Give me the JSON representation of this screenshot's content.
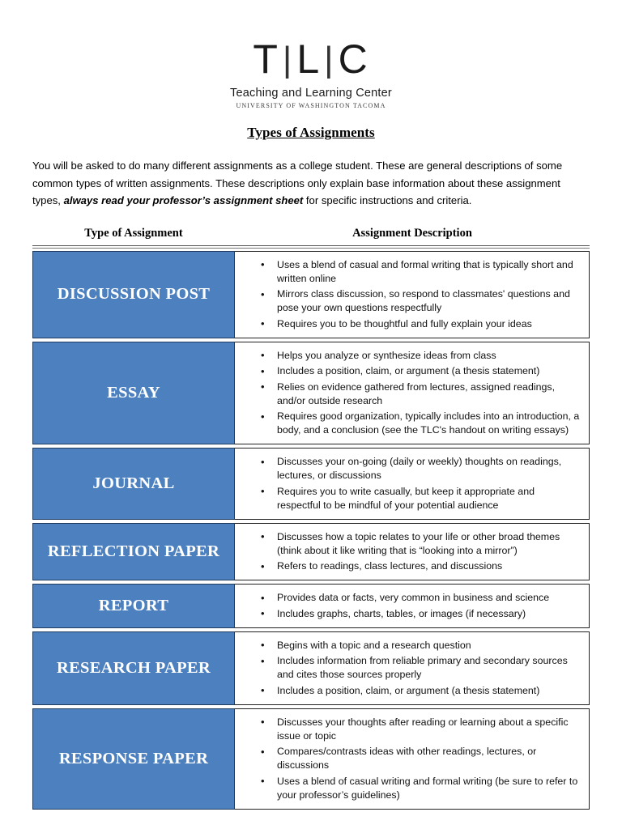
{
  "logo": {
    "mark_left": "T",
    "mark_mid": "L",
    "mark_right": "C",
    "divider": "|",
    "name": "Teaching and Learning Center",
    "institution": "UNIVERSITY OF WASHINGTON TACOMA"
  },
  "document": {
    "title": "Types of Assignments",
    "intro_part1": "You will be asked to do many different assignments as a college student. These are general descriptions of some common types of written assignments. These descriptions only explain base information about these assignment types, ",
    "intro_emphasis": "always read your professor’s assignment sheet",
    "intro_part2": " for specific instructions and criteria."
  },
  "table": {
    "headers": {
      "type": "Type of Assignment",
      "description": "Assignment Description"
    },
    "accent_color": "#4d80bf",
    "rows": [
      {
        "type": "DISCUSSION POST",
        "bullets": [
          "Uses a blend of casual and formal writing that is typically short and written online",
          "Mirrors class discussion, so respond to classmates' questions and pose your own questions respectfully",
          "Requires you to be thoughtful and fully explain your ideas"
        ]
      },
      {
        "type": "ESSAY",
        "bullets": [
          "Helps you analyze or synthesize ideas from class",
          "Includes a position, claim, or argument (a thesis statement)",
          "Relies on evidence gathered from lectures, assigned readings, and/or outside research",
          "Requires good organization, typically includes into an introduction, a body, and a conclusion (see the TLC's handout on writing essays)"
        ]
      },
      {
        "type": "JOURNAL",
        "bullets": [
          "Discusses your on-going (daily or weekly) thoughts on readings, lectures, or discussions",
          "Requires you to write casually, but keep it appropriate and respectful to be mindful of your potential audience"
        ]
      },
      {
        "type": "REFLECTION PAPER",
        "bullets": [
          "Discusses how a topic relates to your life or other broad themes (think about it like writing that is “looking into a mirror”)",
          "Refers to readings, class lectures, and discussions"
        ]
      },
      {
        "type": "REPORT",
        "bullets": [
          "Provides data or facts, very common in business and science",
          "Includes graphs, charts, tables, or images (if necessary)"
        ]
      },
      {
        "type": "RESEARCH PAPER",
        "bullets": [
          "Begins with a topic and a research question",
          "Includes information from reliable primary and secondary sources and cites those sources properly",
          "Includes a position, claim, or argument (a thesis statement)"
        ]
      },
      {
        "type": "RESPONSE PAPER",
        "bullets": [
          "Discusses your thoughts after reading or learning about a specific issue or topic",
          "Compares/contrasts ideas with other readings, lectures, or discussions",
          "Uses a blend of casual writing and formal writing (be sure to refer to your professor’s guidelines)"
        ]
      }
    ]
  }
}
